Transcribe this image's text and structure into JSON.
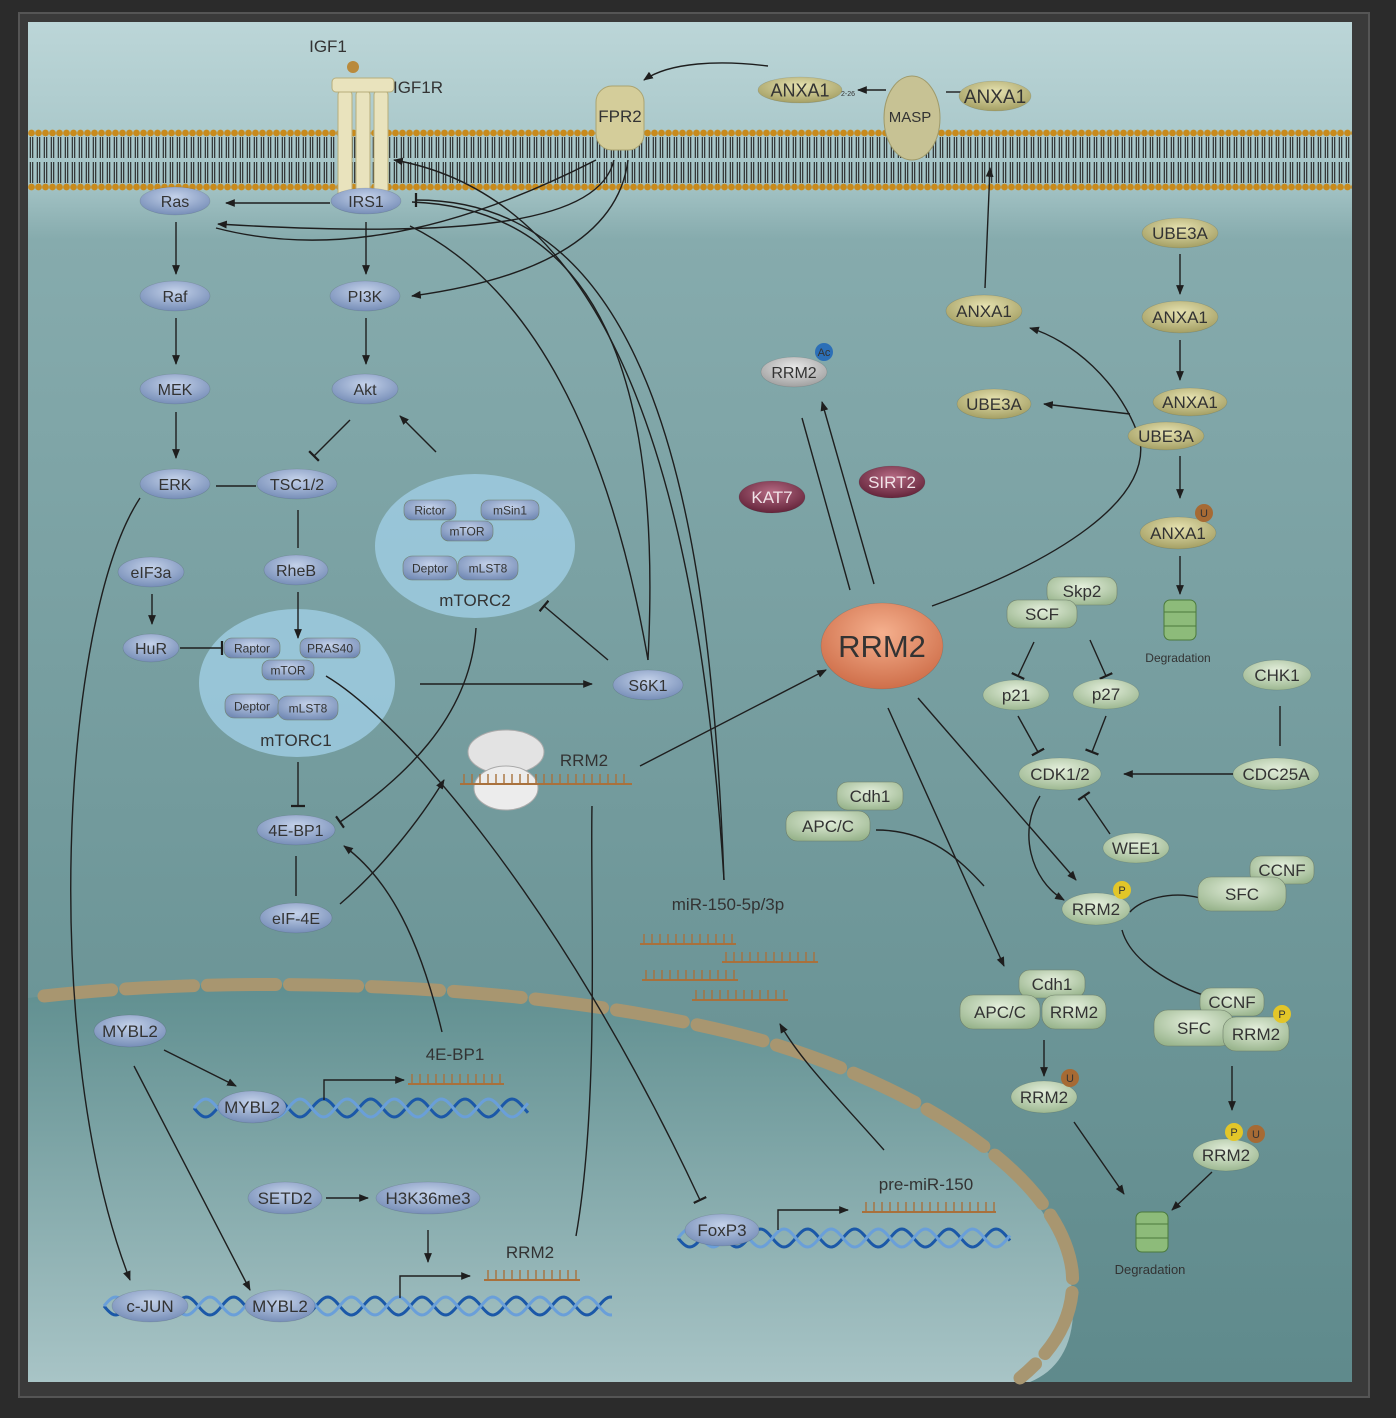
{
  "colors": {
    "cytoplasm_top": "#b6d2d4",
    "cytoplasm": "#6d9597",
    "nucleus": "#6f9a9a",
    "blue_node": "#8fa6c9",
    "olive_node": "#c8c48a",
    "green_node": "#bfd6b0",
    "rrm2_center": "#e0805a",
    "maroon_node": "#7a3048",
    "mtor_complex": "#a9cfdf"
  },
  "membrane": {
    "igf1": "IGF1",
    "igf1r": "IGF1R",
    "fpr2": "FPR2",
    "masp": "MASP",
    "anxa1": "ANXA1",
    "anxa1_cleaved": "ANXA1",
    "anxa1_cleaved_sub": "2-26"
  },
  "left_pathway": {
    "ras": "Ras",
    "irs1": "IRS1",
    "raf": "Raf",
    "pi3k": "PI3K",
    "mek": "MEK",
    "akt": "Akt",
    "erk": "ERK",
    "tsc": "TSC1/2",
    "rheb": "RheB",
    "eif3a": "eIF3a",
    "hur": "HuR",
    "s6k1": "S6K1",
    "fourebp1": "4E-BP1",
    "eif4e": "eIF-4E"
  },
  "mtorc2": {
    "rictor": "Rictor",
    "msin1": "mSin1",
    "mtor": "mTOR",
    "deptor": "Deptor",
    "mlst8": "mLST8",
    "name": "mTORC2"
  },
  "mtorc1": {
    "raptor": "Raptor",
    "pras40": "PRAS40",
    "mtor": "mTOR",
    "deptor": "Deptor",
    "mlst8": "mLST8",
    "name": "mTORC1"
  },
  "ribosome_label": "RRM2",
  "center": {
    "rrm2": "RRM2",
    "rrm2_ac": "RRM2",
    "ac": "Ac",
    "kat7": "KAT7",
    "sirt2": "SIRT2",
    "mir": "miR-150-5p/3p"
  },
  "right_pathway": {
    "anxa1_a": "ANXA1",
    "ube3a_top": "UBE3A",
    "anxa1_b": "ANXA1",
    "ube3a_left": "UBE3A",
    "anxa1_c": "ANXA1",
    "ube3a_c": "UBE3A",
    "anxa1_u": "ANXA1",
    "u": "U",
    "degradation_top": "Degradation",
    "skp2": "Skp2",
    "scf": "SCF",
    "p21": "p21",
    "p27": "p27",
    "chk1": "CHK1",
    "cdk12": "CDK1/2",
    "cdc25a": "CDC25A",
    "wee1": "WEE1",
    "cdh1": "Cdh1",
    "apcc": "APC/C",
    "rrm2_p": "RRM2",
    "p": "P",
    "ccnf": "CCNF",
    "sfc": "SFC",
    "cdh1_b": "Cdh1",
    "apcc_b": "APC/C",
    "rrm2_apc": "RRM2",
    "ccnf_b": "CCNF",
    "sfc_b": "SFC",
    "rrm2_sfc": "RRM2",
    "rrm2_u": "RRM2",
    "rrm2_pu": "RRM2",
    "degradation_bottom": "Degradation"
  },
  "nucleus_items": {
    "mybl2_top": "MYBL2",
    "fourebp1": "4E-BP1",
    "mybl2_dna": "MYBL2",
    "setd2": "SETD2",
    "h3k36": "H3K36me3",
    "rrm2_gene": "RRM2",
    "cjun": "c-JUN",
    "mybl2_dna2": "MYBL2",
    "foxp3": "FoxP3",
    "premir": "pre-miR-150"
  }
}
